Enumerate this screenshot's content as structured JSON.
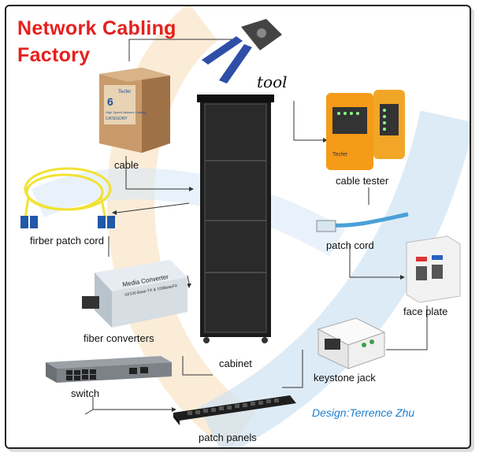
{
  "title_line1": "Network Cabling",
  "title_line2": "Factory",
  "labels": {
    "tool": "tool",
    "cable": "cable",
    "cable_tester": "cable tester",
    "fiber_patch_cord": "firber patch cord",
    "patch_cord": "patch cord",
    "face_plate": "face plate",
    "fiber_converters": "fiber converters",
    "cabinet": "cabinet",
    "keystone_jack": "keystone jack",
    "switch": "switch",
    "patch_panels": "patch panels"
  },
  "credit": "Design:Terrence Zhu",
  "product_text": {
    "box_brand": "Tecfer",
    "box_number": "6",
    "box_text": "High Speed Network Cabling",
    "box_category": "CATEGORY",
    "converter_line1": "Media   Converter",
    "converter_line2": "10/100 Base-TX & 100BaseFX",
    "tester_brand": "Tecfer"
  },
  "colors": {
    "title": "#e5201e",
    "credit": "#1f7fd0",
    "swoosh_blue": "#cfe3f2",
    "swoosh_orange": "#f9e4c8"
  }
}
